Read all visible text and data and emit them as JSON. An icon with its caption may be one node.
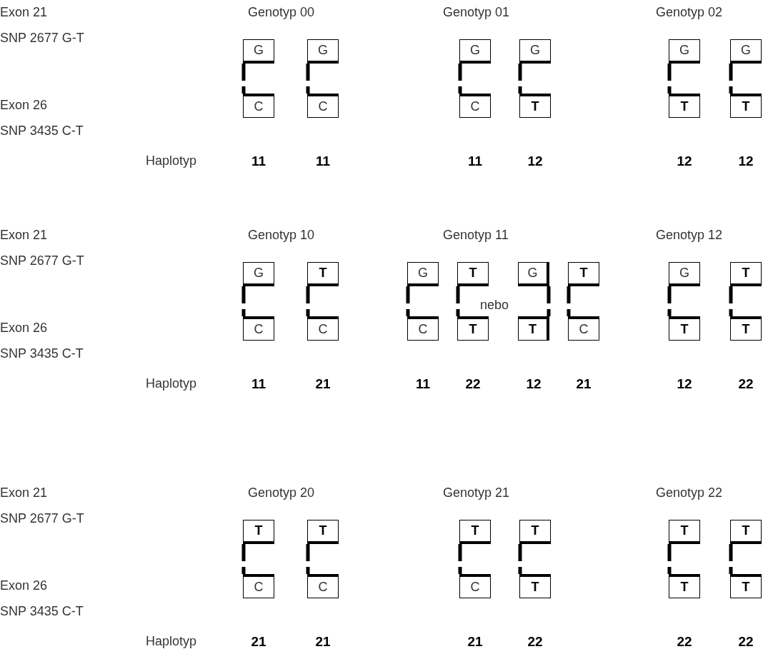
{
  "diagram": {
    "nodes": [
      {
        "text": [
          "G"
        ]
      },
      {
        "text": [
          "C"
        ]
      },
      {
        "text": [
          "G"
        ]
      },
      {
        "text": [
          "C"
        ]
      },
      {
        "text": [
          "G"
        ]
      },
      {
        "text": [
          "C"
        ]
      },
      {
        "text": [
          "G"
        ]
      },
      {
        "text": [
          "T"
        ]
      },
      {
        "text": [
          "G"
        ]
      },
      {
        "text": [
          "T"
        ]
      },
      {
        "text": [
          "G"
        ]
      },
      {
        "text": [
          "T"
        ]
      },
      {
        "text": [
          "G"
        ]
      },
      {
        "text": [
          "C"
        ]
      },
      {
        "text": [
          "T"
        ]
      },
      {
        "text": [
          "C"
        ]
      },
      {
        "text": [
          "G"
        ]
      },
      {
        "text": [
          "C"
        ]
      },
      {
        "text": [
          "T"
        ]
      },
      {
        "text": [
          "T"
        ]
      },
      {
        "text": [
          "G"
        ]
      },
      {
        "text": [
          "T"
        ]
      },
      {
        "text": [
          "T"
        ]
      },
      {
        "text": [
          "C"
        ]
      },
      {
        "text": [
          "G"
        ]
      },
      {
        "text": [
          "T"
        ]
      },
      {
        "text": [
          "T"
        ]
      },
      {
        "text": [
          "T"
        ]
      },
      {
        "text": [
          "T"
        ]
      },
      {
        "text": [
          "C"
        ]
      },
      {
        "text": [
          "T"
        ]
      },
      {
        "text": [
          "C"
        ]
      },
      {
        "text": [
          "T"
        ]
      },
      {
        "text": [
          "C"
        ]
      },
      {
        "text": [
          "T"
        ]
      },
      {
        "text": [
          "T"
        ]
      },
      {
        "text": [
          "T"
        ]
      },
      {
        "text": [
          "T"
        ]
      },
      {
        "text": [
          "T"
        ]
      },
      {
        "text": [
          "T"
        ]
      }
    ],
    "edges": [
      {
        "from": 0,
        "to": 1,
        "arrow": "none",
        "style": "dashed"
      },
      {
        "from": 2,
        "to": 3,
        "arrow": "none",
        "style": "dashed"
      },
      {
        "from": 4,
        "to": 5,
        "arrow": "none",
        "style": "dashed"
      },
      {
        "from": 6,
        "to": 7,
        "arrow": "none",
        "style": "dashed"
      },
      {
        "from": 8,
        "to": 9,
        "arrow": "none",
        "style": "dashed"
      },
      {
        "from": 10,
        "to": 11,
        "arrow": "none",
        "style": "dashed"
      },
      {
        "from": 12,
        "to": 13,
        "arrow": "none",
        "style": "dashed"
      },
      {
        "from": 14,
        "to": 15,
        "arrow": "none",
        "style": "dashed"
      },
      {
        "from": 16,
        "to": 17,
        "arrow": "none",
        "style": "dashed"
      },
      {
        "from": 18,
        "to": 19,
        "arrow": "none",
        "style": "dashed"
      },
      {
        "from": 20,
        "to": 21,
        "arrow": "none",
        "style": "dashed"
      },
      {
        "from": 22,
        "to": 23,
        "arrow": "none",
        "style": "dashed"
      },
      {
        "from": 24,
        "to": 25,
        "arrow": "none",
        "style": "dashed"
      },
      {
        "from": 26,
        "to": 27,
        "arrow": "none",
        "style": "dashed"
      },
      {
        "from": 28,
        "to": 29,
        "arrow": "none",
        "style": "dashed"
      },
      {
        "from": 30,
        "to": 31,
        "arrow": "none",
        "style": "dashed"
      },
      {
        "from": 32,
        "to": 33,
        "arrow": "none",
        "style": "dashed"
      },
      {
        "from": 34,
        "to": 35,
        "arrow": "none",
        "style": "dashed"
      },
      {
        "from": 36,
        "to": 37,
        "arrow": "none",
        "style": "dashed"
      },
      {
        "from": 38,
        "to": 39,
        "arrow": "none",
        "style": "dashed"
      }
    ],
    "labels": [
      "Exon 21",
      "Genotyp 00",
      "Genotyp 01",
      "Genotyp 02",
      "SNP 2677 G-T",
      "Exon 26",
      "SNP 3435 C-T",
      "Haplotyp",
      "11",
      "11",
      "11",
      "12",
      "12",
      "12",
      "Exon 21",
      "Genotyp 10",
      "Genotyp 11",
      "Genotyp 12",
      "SNP 2677 G-T",
      "nebo",
      "Exon 26",
      "SNP 3435 C-T",
      "Haplotyp",
      "11",
      "21",
      "11",
      "22",
      "12",
      "21",
      "12",
      "22",
      "Exon 21",
      "Genotyp 20",
      "Genotyp 21",
      "Genotyp 22",
      "SNP 2677 G-T",
      "Exon 26",
      "SNP 3435 C-T",
      "Haplotyp",
      "21",
      "21",
      "21",
      "22",
      "22",
      "22"
    ]
  }
}
